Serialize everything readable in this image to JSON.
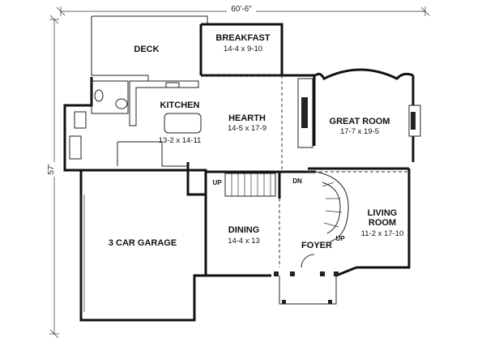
{
  "dimensions": {
    "width": "60'-6\"",
    "depth": "57'"
  },
  "rooms": {
    "breakfast": {
      "name": "BREAKFAST",
      "size": "14-4 x 9-10"
    },
    "deck": {
      "name": "DECK"
    },
    "kitchen": {
      "name": "KITCHEN",
      "size": "13-2 x 14-11"
    },
    "hearth": {
      "name": "HEARTH",
      "size": "14-5 x 17-9"
    },
    "great_room": {
      "name": "GREAT ROOM",
      "size": "17-7 x 19-5"
    },
    "living": {
      "name_line1": "LIVING",
      "name_line2": "ROOM",
      "size": "11-2 x 17-10"
    },
    "dining": {
      "name": "DINING",
      "size": "14-4 x 13"
    },
    "foyer": {
      "name": "FOYER"
    },
    "garage": {
      "name": "3 CAR GARAGE"
    }
  },
  "stair_labels": {
    "up_left": "UP",
    "down": "DN",
    "up_foyer": "UP"
  }
}
